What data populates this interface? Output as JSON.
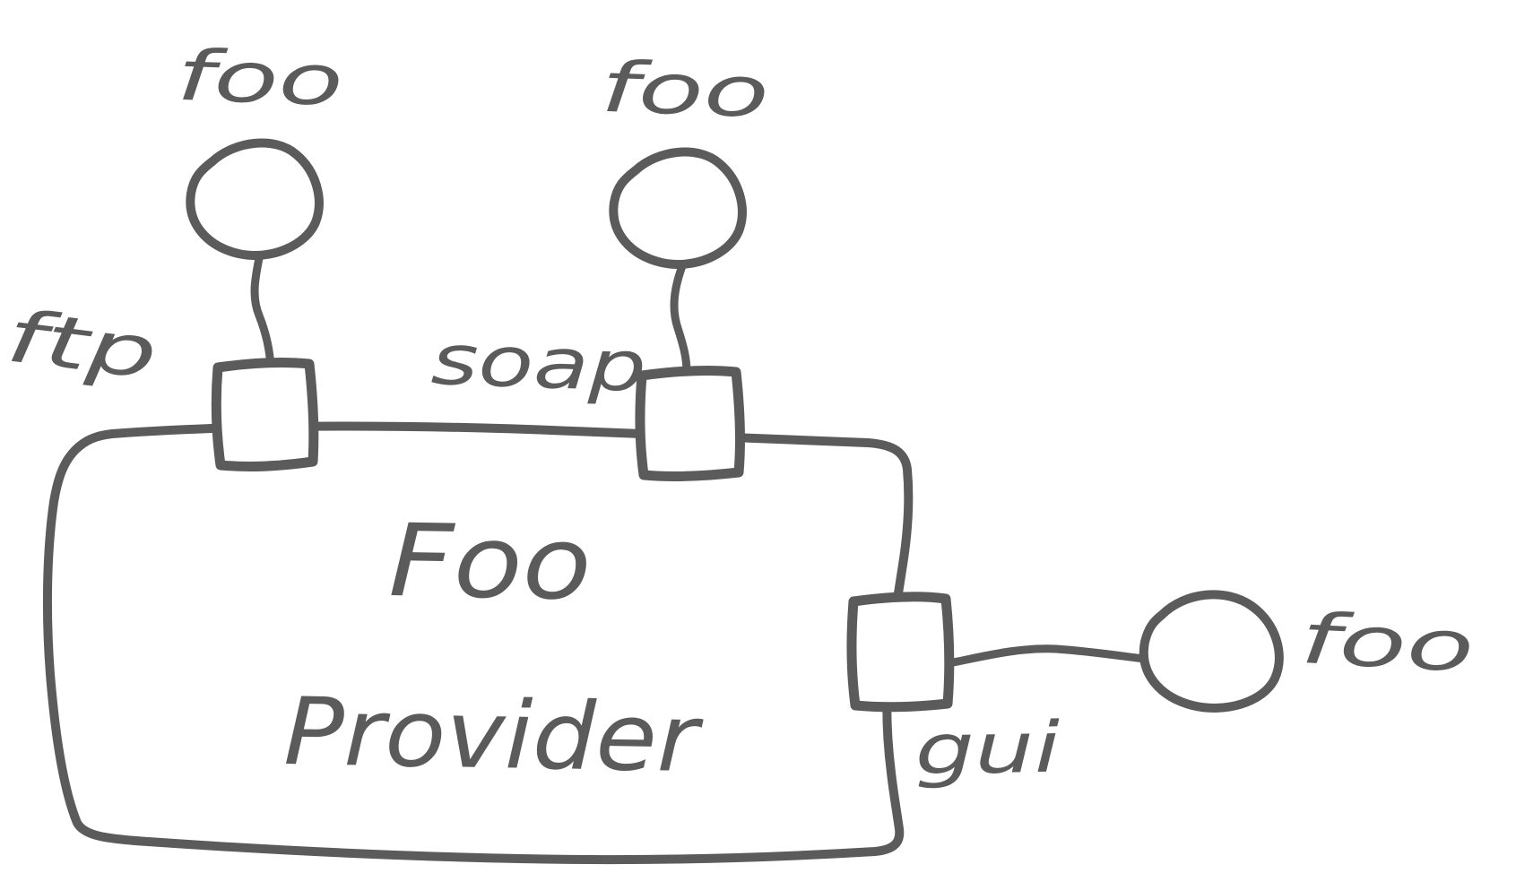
{
  "diagram": {
    "type": "uml-component-diagram",
    "style": "hand-drawn-sketch",
    "colors": {
      "stroke": "#5b5b5b",
      "background": "#ffffff"
    },
    "component": {
      "label_line1": "Foo",
      "label_line2": "Provider"
    },
    "ports": [
      {
        "label": "ftp",
        "position": "top-left"
      },
      {
        "label": "soap",
        "position": "top-center"
      },
      {
        "label": "gui",
        "position": "right"
      }
    ],
    "interfaces": [
      {
        "label": "foo",
        "attached_to_port": "ftp",
        "position": "above-ftp-port"
      },
      {
        "label": "foo",
        "attached_to_port": "soap",
        "position": "above-soap-port"
      },
      {
        "label": "foo",
        "attached_to_port": "gui",
        "position": "right-of-gui-port"
      }
    ]
  }
}
